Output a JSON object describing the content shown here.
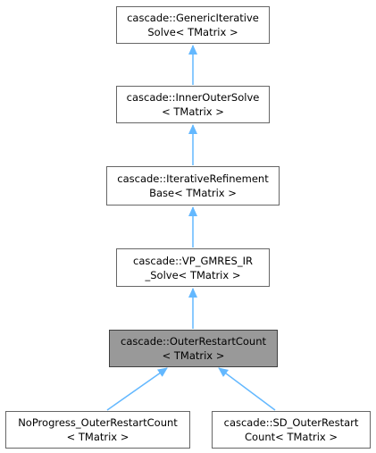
{
  "colors": {
    "edge": "#63b8ff",
    "box_border": "#666666",
    "box_fill": "#ffffff",
    "highlight_fill": "#999999"
  },
  "nodes": {
    "generic_iterative_solve": {
      "line1": "cascade::GenericIterative",
      "line2": "Solve< TMatrix >"
    },
    "inner_outer_solve": {
      "line1": "cascade::InnerOuterSolve",
      "line2": "< TMatrix >"
    },
    "iterative_refinement_base": {
      "line1": "cascade::IterativeRefinement",
      "line2": "Base< TMatrix >"
    },
    "vp_gmres_ir_solve": {
      "line1": "cascade::VP_GMRES_IR",
      "line2": "_Solve< TMatrix >"
    },
    "outer_restart_count": {
      "line1": "cascade::OuterRestartCount",
      "line2": "< TMatrix >"
    },
    "noprogress_outer_restart_count": {
      "line1": "NoProgress_OuterRestartCount",
      "line2": "< TMatrix >"
    },
    "sd_outer_restart_count": {
      "line1": "cascade::SD_OuterRestart",
      "line2": "Count< TMatrix >"
    }
  }
}
